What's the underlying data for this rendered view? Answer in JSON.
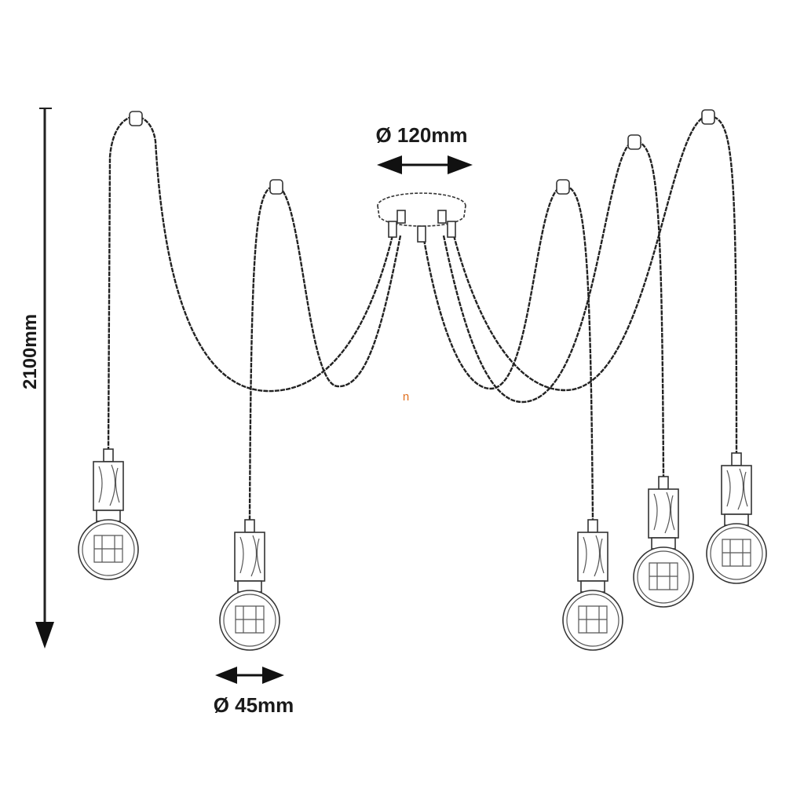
{
  "dimensions": {
    "height_label": "2100mm",
    "canopy_diameter_label": "Ø 120mm",
    "bulb_diameter_label": "Ø 45mm"
  },
  "center_mark": "n",
  "colors": {
    "line": "#222222",
    "mark": "#e07020"
  }
}
